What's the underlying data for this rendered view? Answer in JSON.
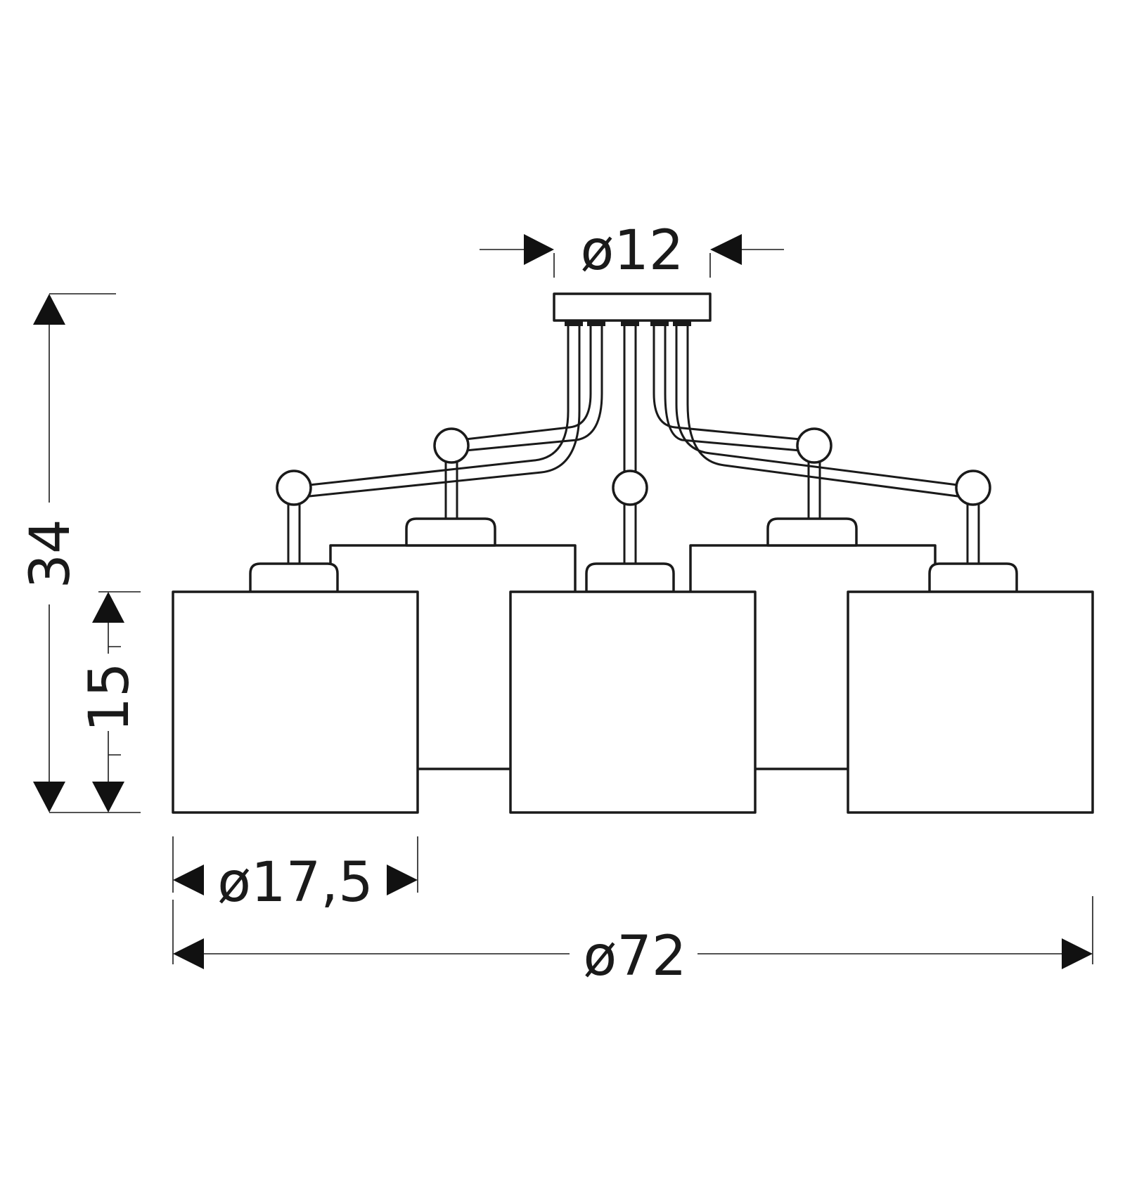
{
  "dimensions": {
    "canopy_diameter": "ø12",
    "total_height": "34",
    "shade_height": "15",
    "shade_diameter": "ø17,5",
    "total_diameter": "ø72"
  },
  "colors": {
    "line": "#1a1a1a",
    "background": "#ffffff"
  }
}
